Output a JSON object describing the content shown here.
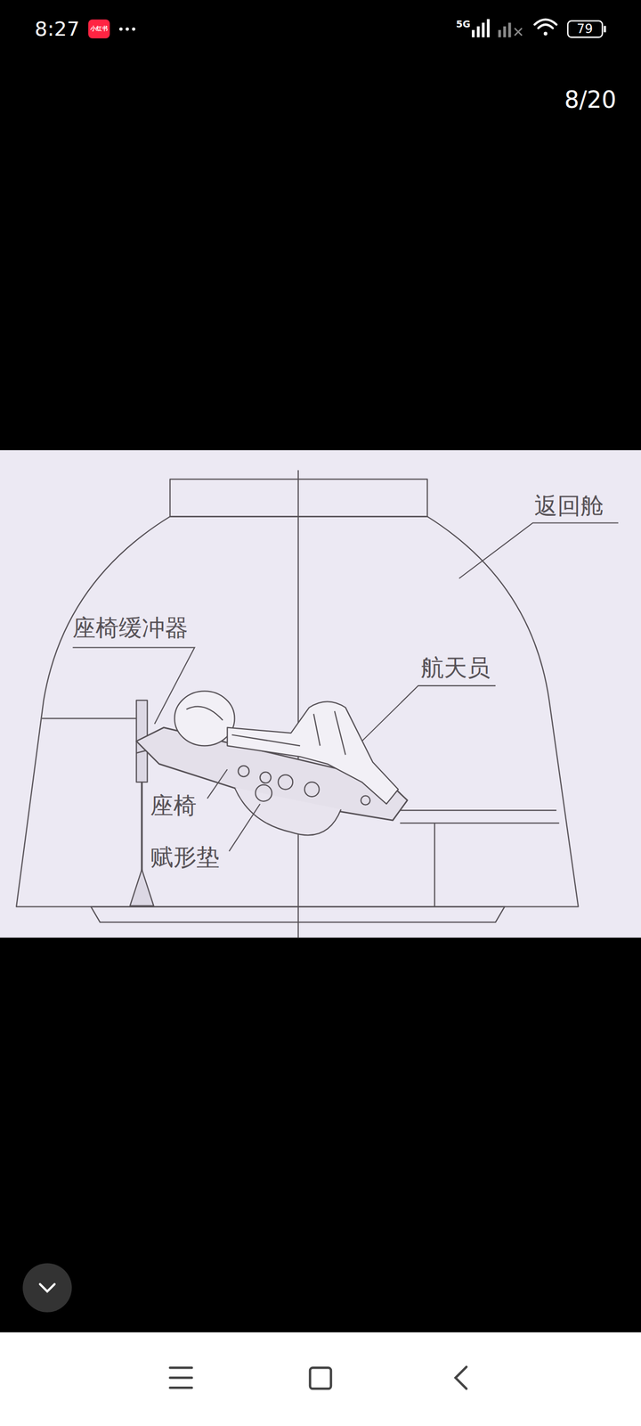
{
  "diagram": {
    "labels": [
      "8:27",
      "小红书",
      "5G",
      "79",
      "8/20",
      "返回舱",
      "座椅缓冲器",
      "航天员",
      "座椅",
      "赋形垫"
    ]
  }
}
